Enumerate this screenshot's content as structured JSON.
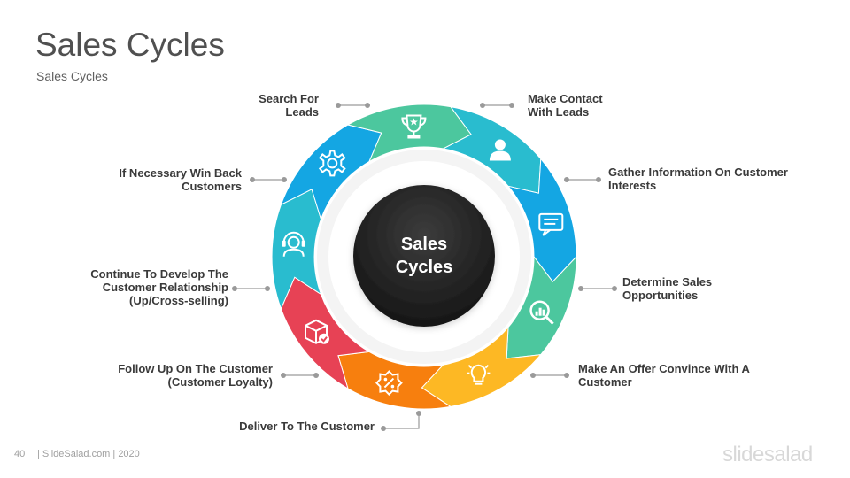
{
  "header": {
    "title": "Sales Cycles",
    "subtitle": "Sales Cycles"
  },
  "center": {
    "line1": "Sales",
    "line2": "Cycles"
  },
  "steps": [
    {
      "label": "Search For Leads",
      "lines": [
        "Search For",
        "Leads"
      ],
      "color": "#29BCCF",
      "icon": "user-icon"
    },
    {
      "label": "Make Contact With Leads",
      "lines": [
        "Make Contact",
        "With Leads"
      ],
      "color": "#14A6E3",
      "icon": "chat-icon"
    },
    {
      "label": "Gather Information On Customer Interests",
      "lines": [
        "Gather Information On Customer",
        "Interests"
      ],
      "color": "#4CC79E",
      "icon": "magnifier-chart-icon"
    },
    {
      "label": "Determine Sales Opportunities",
      "lines": [
        "Determine Sales",
        "Opportunities"
      ],
      "color": "#FDB824",
      "icon": "lightbulb-icon"
    },
    {
      "label": "Make An Offer Convince With A Customer",
      "lines": [
        "Make An Offer Convince With A",
        "Customer"
      ],
      "color": "#F77F0E",
      "icon": "discount-badge-icon"
    },
    {
      "label": "Deliver To The Customer",
      "lines": [
        "Deliver To The Customer"
      ],
      "color": "#E74255",
      "icon": "package-check-icon"
    },
    {
      "label": "Follow Up On The Customer (Customer Loyalty)",
      "lines": [
        "Follow Up On The Customer",
        "(Customer Loyalty)"
      ],
      "color": "#29BCCF",
      "icon": "headset-icon"
    },
    {
      "label": "Continue To Develop The Customer Relationship (Up/Cross-selling)",
      "lines": [
        "Continue To Develop The",
        "Customer Relationship",
        "(Up/Cross-selling)"
      ],
      "color": "#14A6E3",
      "icon": "gear-icon"
    },
    {
      "label": "If Necessary Win Back Customers",
      "lines": [
        "If Necessary Win Back",
        "Customers"
      ],
      "color": "#4CC79E",
      "icon": "trophy-icon"
    }
  ],
  "footer": {
    "page": "40",
    "text": "| SlideSalad.com | 2020",
    "brand": "slidesalad"
  }
}
